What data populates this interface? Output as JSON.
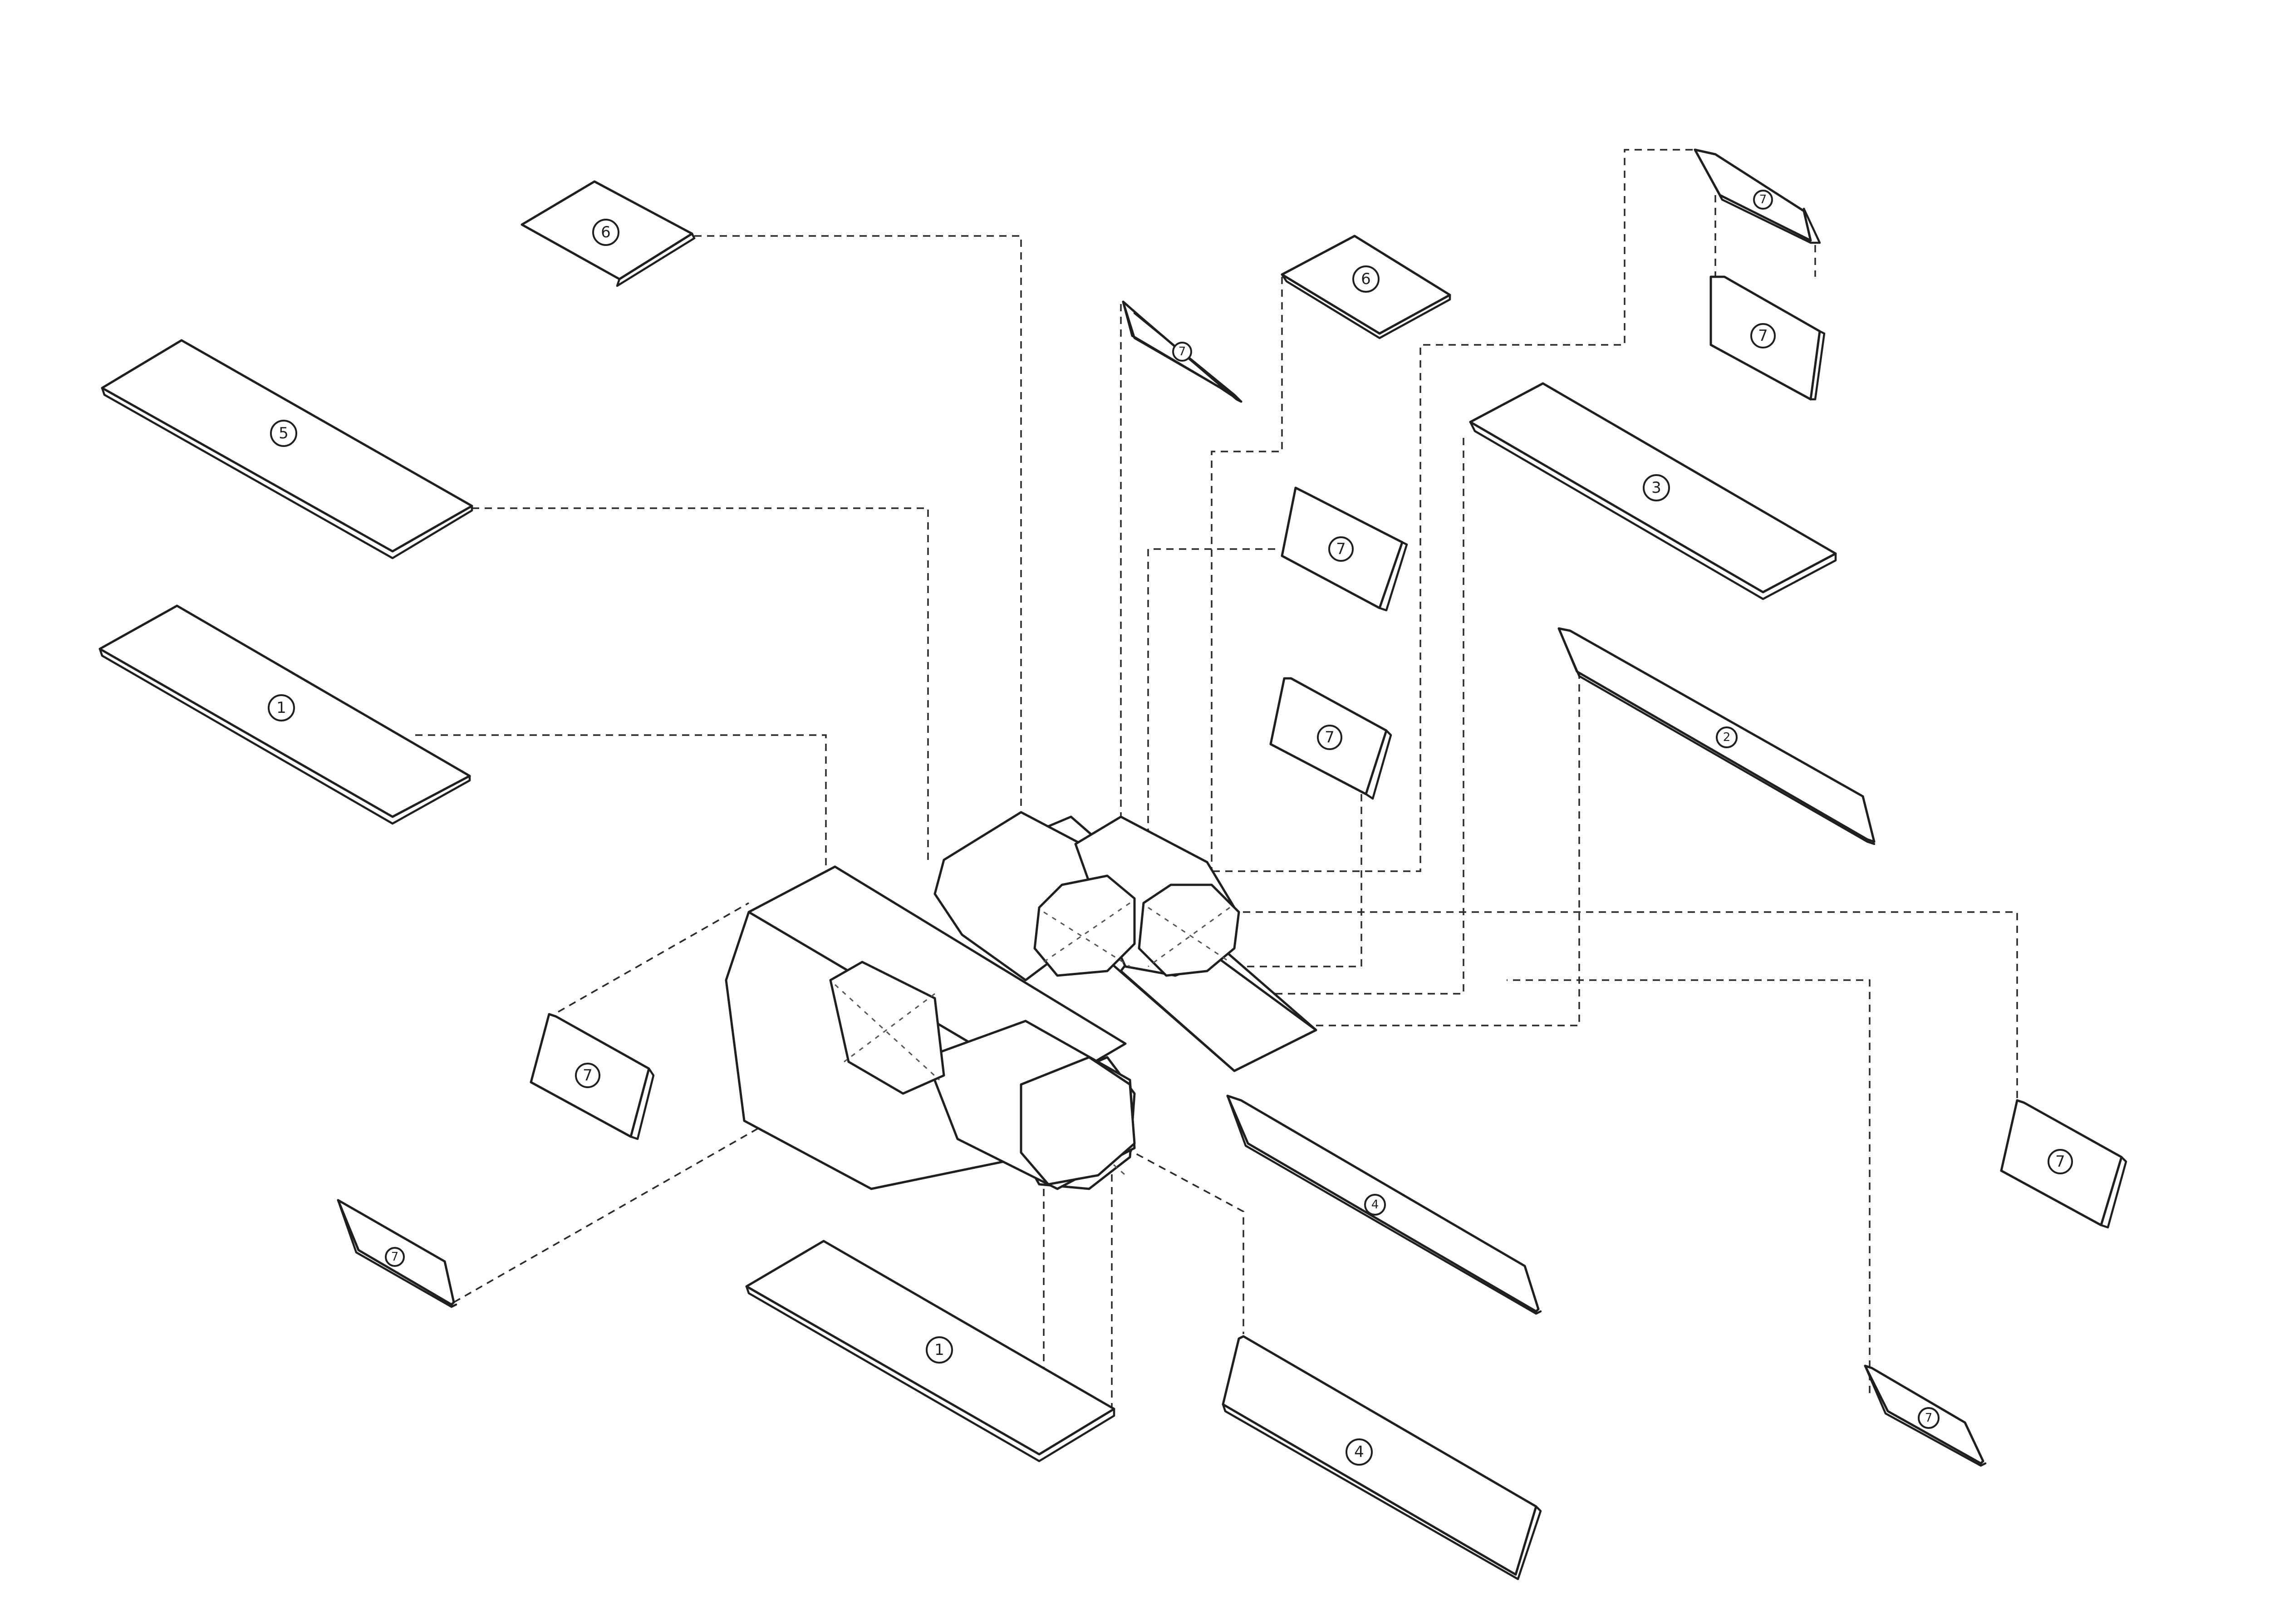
{
  "colors": {
    "ink": "#1f1f1f",
    "paper": "#ffffff",
    "leader": "#2a2a2a"
  },
  "labels": {
    "p1_top": "1",
    "p1_bottom": "1",
    "p2": "2",
    "p3": "3",
    "p4_thin": "4",
    "p4_wide": "4",
    "p5": "5",
    "p6_left": "6",
    "p6_right": "6",
    "p7_center_a": "7",
    "p7_center_b": "7",
    "p7_top_a": "7",
    "p7_top_b": "7",
    "p7_mid_left": "7",
    "p7_right": "7",
    "p7_small_upper": "7",
    "p7_small_left": "7",
    "p7_small_right": "7"
  }
}
